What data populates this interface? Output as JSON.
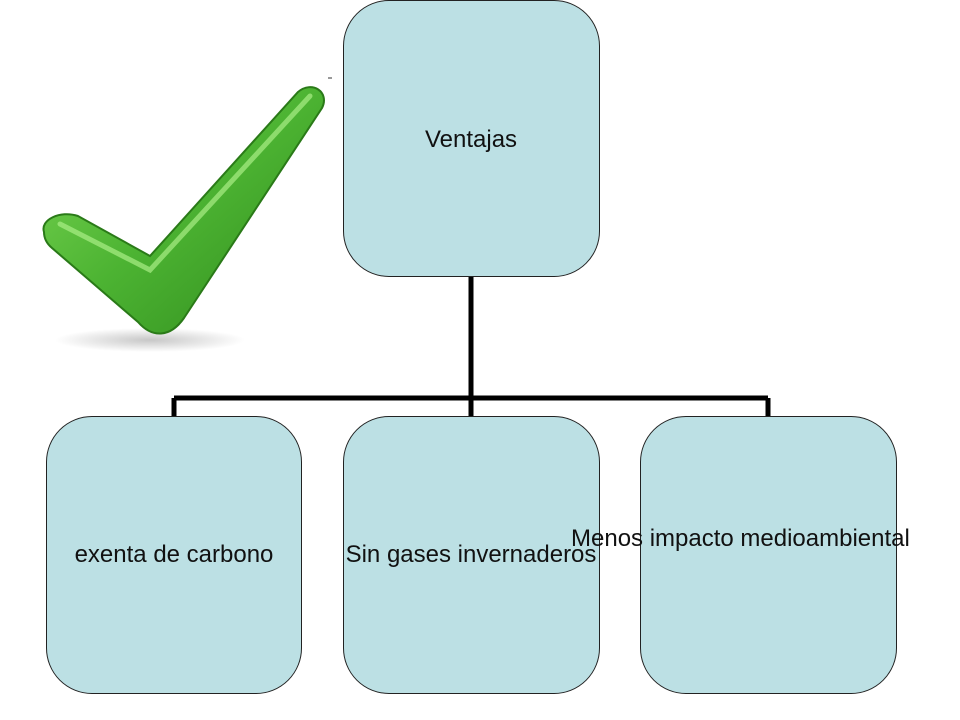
{
  "diagram": {
    "root": {
      "label": "Ventajas"
    },
    "children": [
      {
        "label": "exenta de carbono"
      },
      {
        "label": "Sin gases invernaderos"
      },
      {
        "label": "Menos impacto medioambiental"
      }
    ]
  },
  "colors": {
    "node_fill": "#bce0e4",
    "node_border": "#222222",
    "connector": "#000000",
    "check_green": "#4caf35"
  },
  "icons": {
    "check": "checkmark-icon"
  }
}
